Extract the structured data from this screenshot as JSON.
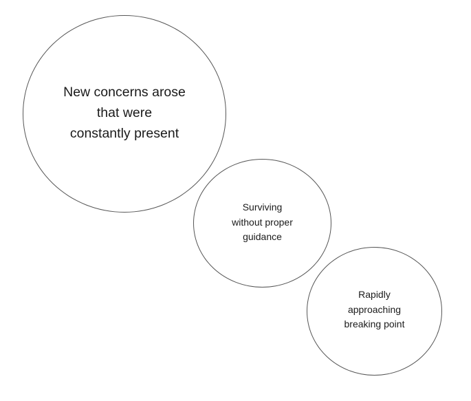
{
  "diagram": {
    "type": "sequence-of-circles",
    "background": "#ffffff",
    "stroke_color": "#555555",
    "text_color": "#1a1a1a",
    "nodes": [
      {
        "id": "node-1",
        "label": "New concerns arose\nthat were\nconstantly present",
        "lines": [
          "New concerns arose",
          "that were",
          "constantly present"
        ],
        "size": "large"
      },
      {
        "id": "node-2",
        "label": "Surviving\nwithout proper\nguidance",
        "lines": [
          "Surviving",
          "without proper",
          "guidance"
        ],
        "size": "medium"
      },
      {
        "id": "node-3",
        "label": "Rapidly\napproaching\nbreaking point",
        "lines": [
          "Rapidly",
          "approaching",
          "breaking point"
        ],
        "size": "small"
      }
    ]
  }
}
